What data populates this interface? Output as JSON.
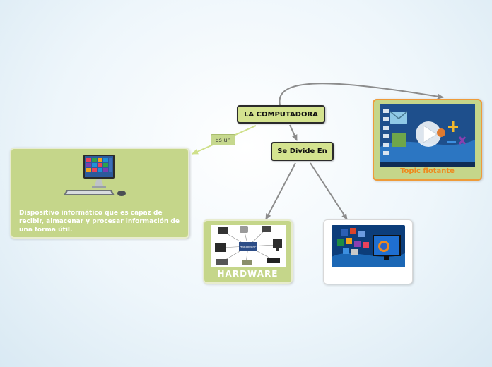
{
  "central_topic": "LA COMPUTADORA",
  "subtopic": "Se Divide En",
  "relation_label": "Es un",
  "definition": {
    "text": "Dispositivo informático que es capaz de recibir, almacenar y procesar información de una forma útil.",
    "image": "all-in-one-desktop-computer"
  },
  "floating_topic": {
    "label": "Topic flotante",
    "image": "desktop-screen-with-play-and-math-icons"
  },
  "hardware": {
    "label": "HARDWARE",
    "image": "hardware-peripherals-diagram",
    "center_label": "HARDWARE"
  },
  "software": {
    "image": "software-app-icons-monitor"
  },
  "colors": {
    "topic_fill": "#c5d68a",
    "central_fill": "#d4e38f",
    "connector": "#8c8c8c",
    "floating_border": "#ee9b3a",
    "floating_text": "#ee8a1e"
  }
}
